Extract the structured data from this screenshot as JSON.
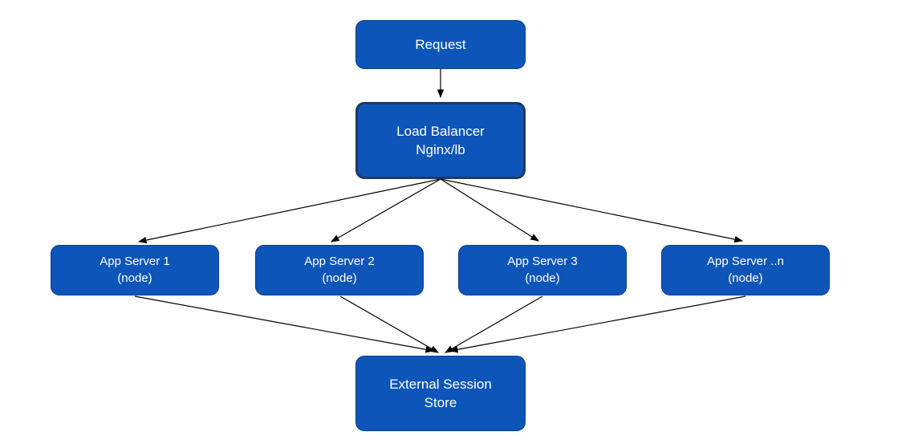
{
  "diagram": {
    "colors": {
      "background": "#ffffff",
      "node_fill": "#0e55b9",
      "node_border_soft": "#0b3d8c",
      "node_border_strong": "#1f3864",
      "edge": "#000000",
      "text": "#ffffff"
    },
    "nodes": [
      {
        "id": "request",
        "lines": [
          "Request"
        ]
      },
      {
        "id": "load-balancer",
        "lines": [
          "Load Balancer",
          "Nginx/lb"
        ]
      },
      {
        "id": "app-server-1",
        "lines": [
          "App Server 1",
          "(node)"
        ]
      },
      {
        "id": "app-server-2",
        "lines": [
          "App Server 2",
          "(node)"
        ]
      },
      {
        "id": "app-server-3",
        "lines": [
          "App Server 3",
          "(node)"
        ]
      },
      {
        "id": "app-server-n",
        "lines": [
          "App Server ..n",
          "(node)"
        ]
      },
      {
        "id": "external-session-store",
        "lines": [
          "External Session",
          "Store"
        ]
      }
    ],
    "edges": [
      {
        "from": "request",
        "to": "load-balancer"
      },
      {
        "from": "load-balancer",
        "to": "app-server-1"
      },
      {
        "from": "load-balancer",
        "to": "app-server-2"
      },
      {
        "from": "load-balancer",
        "to": "app-server-3"
      },
      {
        "from": "load-balancer",
        "to": "app-server-n"
      },
      {
        "from": "app-server-1",
        "to": "external-session-store"
      },
      {
        "from": "app-server-2",
        "to": "external-session-store"
      },
      {
        "from": "app-server-3",
        "to": "external-session-store"
      },
      {
        "from": "app-server-n",
        "to": "external-session-store"
      }
    ]
  }
}
